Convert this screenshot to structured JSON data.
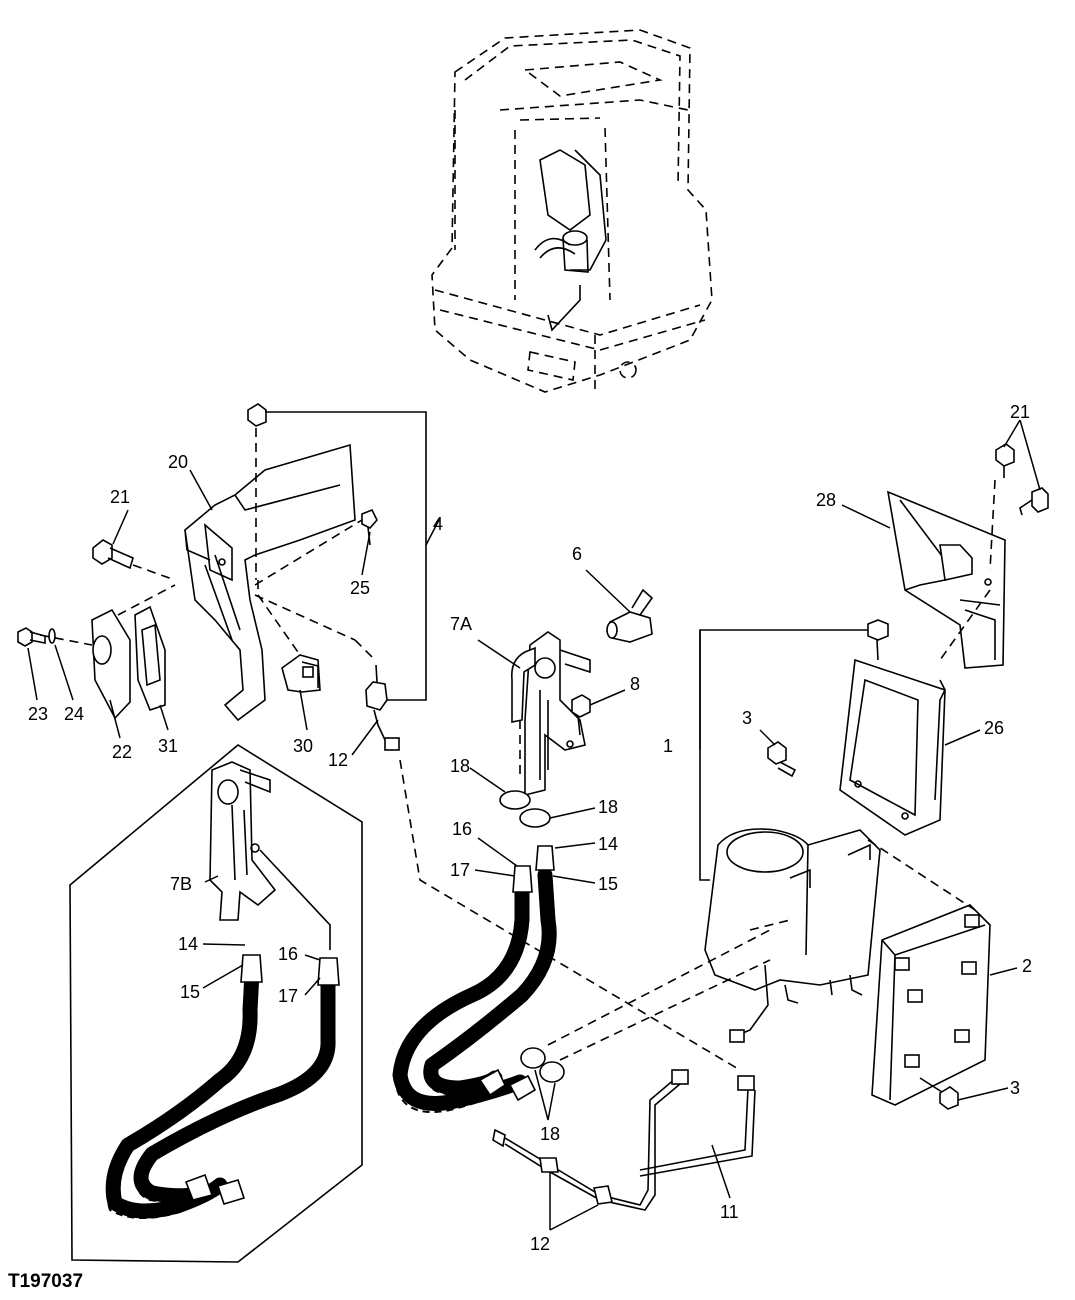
{
  "figure_id": "T197037",
  "callouts": [
    {
      "id": "c1",
      "text": "1"
    },
    {
      "id": "c2",
      "text": "2"
    },
    {
      "id": "c3a",
      "text": "3"
    },
    {
      "id": "c3b",
      "text": "3"
    },
    {
      "id": "c4",
      "text": "4"
    },
    {
      "id": "c6",
      "text": "6"
    },
    {
      "id": "c7a",
      "text": "7A"
    },
    {
      "id": "c7b",
      "text": "7B"
    },
    {
      "id": "c8",
      "text": "8"
    },
    {
      "id": "c11",
      "text": "11"
    },
    {
      "id": "c12a",
      "text": "12"
    },
    {
      "id": "c12b",
      "text": "12"
    },
    {
      "id": "c14a",
      "text": "14"
    },
    {
      "id": "c14b",
      "text": "14"
    },
    {
      "id": "c15a",
      "text": "15"
    },
    {
      "id": "c15b",
      "text": "15"
    },
    {
      "id": "c16a",
      "text": "16"
    },
    {
      "id": "c16b",
      "text": "16"
    },
    {
      "id": "c17a",
      "text": "17"
    },
    {
      "id": "c17b",
      "text": "17"
    },
    {
      "id": "c18a",
      "text": "18"
    },
    {
      "id": "c18b",
      "text": "18"
    },
    {
      "id": "c18c",
      "text": "18"
    },
    {
      "id": "c20",
      "text": "20"
    },
    {
      "id": "c21a",
      "text": "21"
    },
    {
      "id": "c21b",
      "text": "21"
    },
    {
      "id": "c22",
      "text": "22"
    },
    {
      "id": "c23",
      "text": "23"
    },
    {
      "id": "c24",
      "text": "24"
    },
    {
      "id": "c25",
      "text": "25"
    },
    {
      "id": "c26",
      "text": "26"
    },
    {
      "id": "c28",
      "text": "28"
    },
    {
      "id": "c30",
      "text": "30"
    },
    {
      "id": "c31",
      "text": "31"
    }
  ]
}
